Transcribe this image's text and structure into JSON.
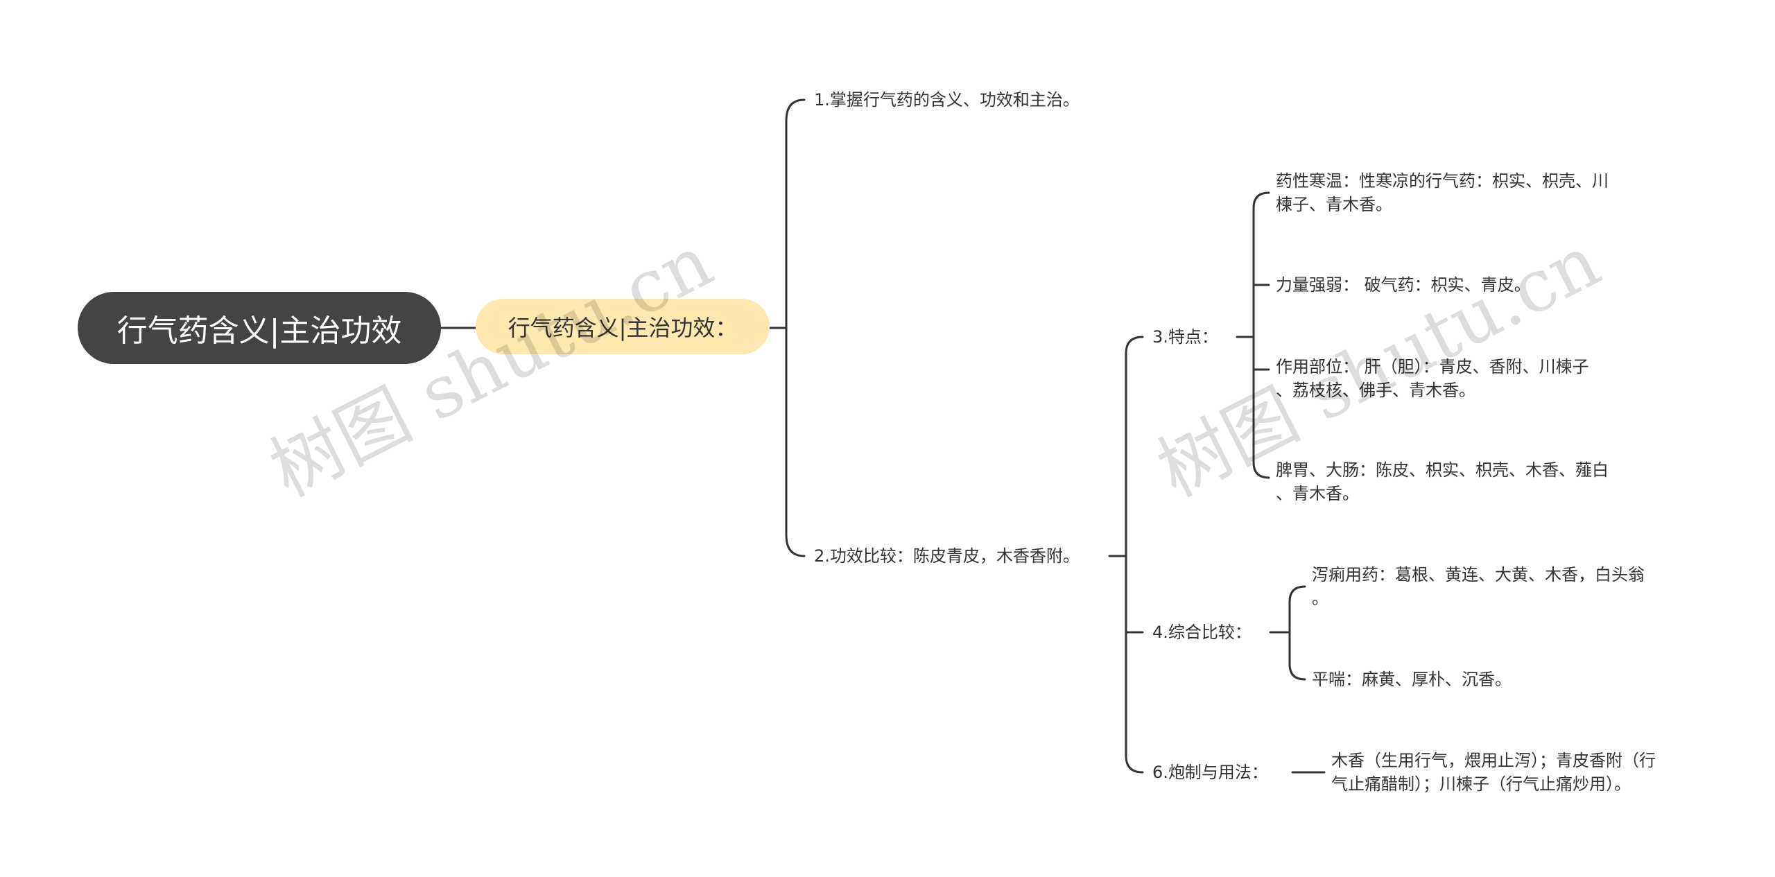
{
  "root": {
    "label": "行气药含义|主治功效"
  },
  "topic": {
    "label": "行气药含义|主治功效："
  },
  "branch1": {
    "label": "1.掌握行气药的含义、功效和主治。"
  },
  "branch2": {
    "label": "2.功效比较：陈皮青皮，木香香附。"
  },
  "tedian": {
    "label": "3.特点：",
    "items": [
      {
        "lines": [
          "药性寒温：性寒凉的行气药：枳实、枳壳、川",
          "楝子、青木香。"
        ]
      },
      {
        "lines": [
          "力量强弱： 破气药：枳实、青皮。"
        ]
      },
      {
        "lines": [
          "作用部位： 肝（胆）：青皮、香附、川楝子",
          "、荔枝核、佛手、青木香。"
        ]
      },
      {
        "lines": [
          "脾胃、大肠：陈皮、枳实、枳壳、木香、薤白",
          "、青木香。"
        ]
      }
    ]
  },
  "zonghe": {
    "label": "4.综合比较：",
    "items": [
      {
        "lines": [
          "泻痢用药：葛根、黄连、大黄、木香，白头翁",
          "。"
        ]
      },
      {
        "lines": [
          "平喘：麻黄、厚朴、沉香。"
        ]
      }
    ]
  },
  "paozhi": {
    "label": "6.炮制与用法：",
    "items": [
      {
        "lines": [
          "木香（生用行气，煨用止泻）；青皮香附（行",
          "气止痛醋制）；川楝子（行气止痛炒用）。"
        ]
      }
    ]
  },
  "watermark": {
    "text": "树图 shutu.cn"
  },
  "colors": {
    "root_bg": "#444444",
    "topic_bg": "#ffe8b0",
    "line": "#333333"
  }
}
